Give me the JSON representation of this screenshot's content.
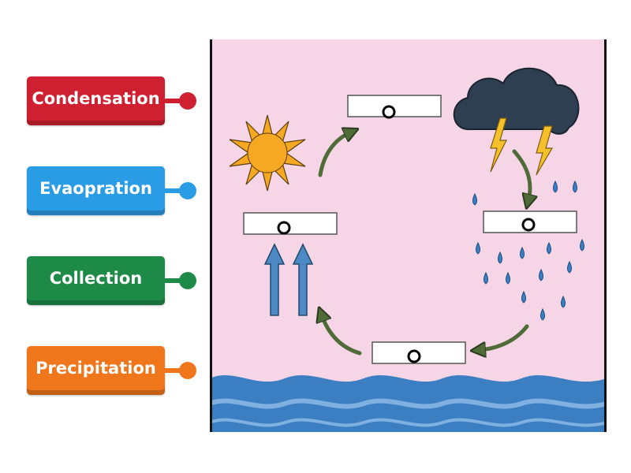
{
  "labels": [
    {
      "id": "condensation",
      "text": "Condensation",
      "color": "#cf2032"
    },
    {
      "id": "evaporation",
      "text": "Evaopration",
      "color": "#2a9ce6"
    },
    {
      "id": "collection",
      "text": "Collection",
      "color": "#1e8a48"
    },
    {
      "id": "precipitation",
      "text": "Precipitation",
      "color": "#f0761c"
    }
  ],
  "diagram": {
    "background": "#f6d6e6",
    "icons": [
      "sun-icon",
      "storm-cloud-icon",
      "lightning-icon",
      "raindrop-icon",
      "up-arrow-icon",
      "ocean-waves-icon",
      "curved-arrow-icon"
    ],
    "colors": {
      "sun": "#f7a823",
      "cloud": "#2f3f52",
      "lightning": "#f5c02a",
      "rain": "#3a7fc2",
      "water": "#3b7ec2",
      "arrow": "#4f6b38",
      "up_arrow": "#4d89c4"
    }
  }
}
